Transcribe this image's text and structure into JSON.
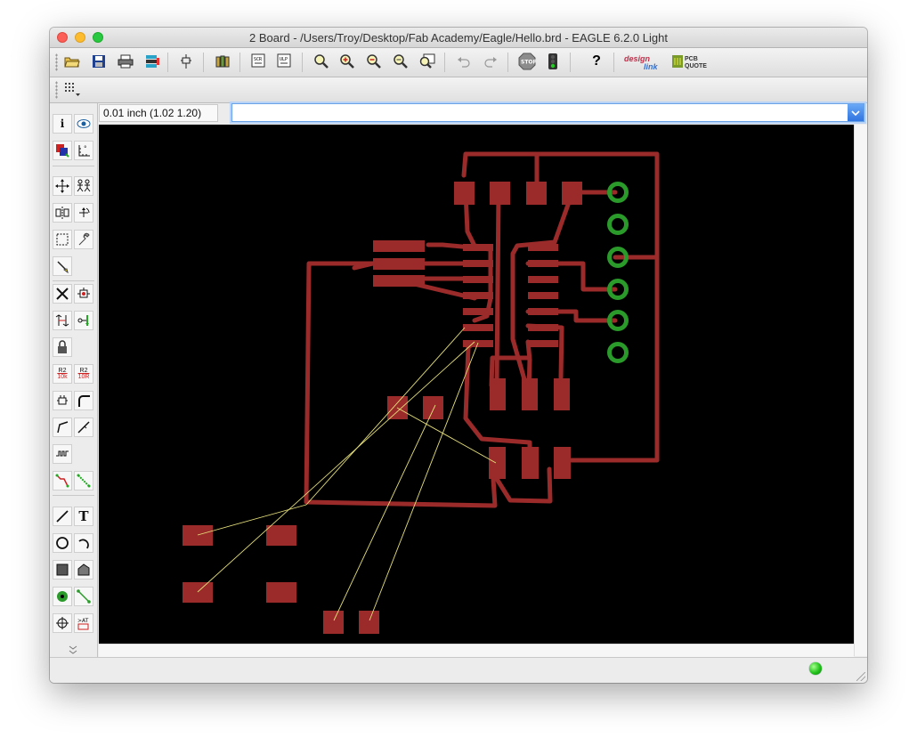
{
  "window": {
    "title": "2 Board - /Users/Troy/Desktop/Fab Academy/Eagle/Hello.brd - EAGLE 6.2.0 Light"
  },
  "toolbar": {
    "icons": [
      "open-icon",
      "save-icon",
      "print-icon",
      "cam-processor-icon",
      "switch-schematic-icon",
      "library-icon",
      "script-icon",
      "ulp-icon",
      "zoom-fit-icon",
      "zoom-in-icon",
      "zoom-out-icon",
      "zoom-redraw-icon",
      "zoom-select-icon",
      "undo-icon",
      "redo-icon",
      "stop-icon",
      "go-icon",
      "help-icon",
      "design-link-icon",
      "pcb-quote-icon"
    ],
    "design_link_line1": "design",
    "design_link_line2": "link",
    "pcb_quote_line1": "PCB",
    "pcb_quote_line2": "QUOTE"
  },
  "command": {
    "coordinate": "0.01 inch (1.02 1.20)",
    "value": "",
    "placeholder": ""
  },
  "lefttools": {
    "info": "i",
    "text": "T",
    "r2_a_top": "R2",
    "r2_a_bot": "10k",
    "r2_b_top": "R2",
    "r2_b_bot": "10R"
  },
  "colors": {
    "copper": "#9b2a2a",
    "pad_green": "#2a9a2a",
    "airwire": "#e6e07a",
    "canvas_bg": "#000000",
    "status_led": "#21c21a"
  }
}
